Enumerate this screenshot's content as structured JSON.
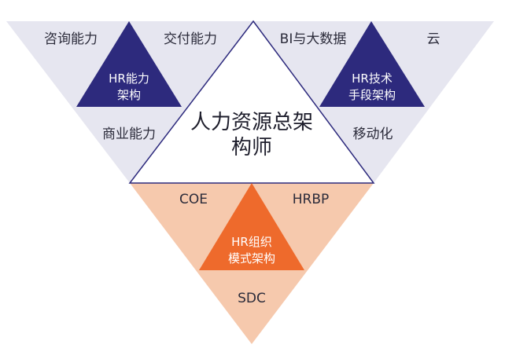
{
  "colors": {
    "left_panel": "#e6e6f0",
    "right_panel": "#e6e6f0",
    "bottom_panel": "#f6c9ad",
    "navy": "#2d2a7d",
    "orange": "#ee6a2c",
    "outline": "#2d2a7d"
  },
  "center": {
    "line1": "人力资源总架",
    "line2": "构师"
  },
  "left": {
    "top_left": "咨询能力",
    "top_right": "交付能力",
    "bottom": "商业能力",
    "core_line1": "HR能力",
    "core_line2": "架构"
  },
  "right": {
    "top_left": "BI与大数据",
    "top_right": "云",
    "bottom": "移动化",
    "core_line1": "HR技术",
    "core_line2": "手段架构"
  },
  "bottom": {
    "top_left": "COE",
    "top_right": "HRBP",
    "bottom": "SDC",
    "core_line1": "HR组织",
    "core_line2": "模式架构"
  }
}
